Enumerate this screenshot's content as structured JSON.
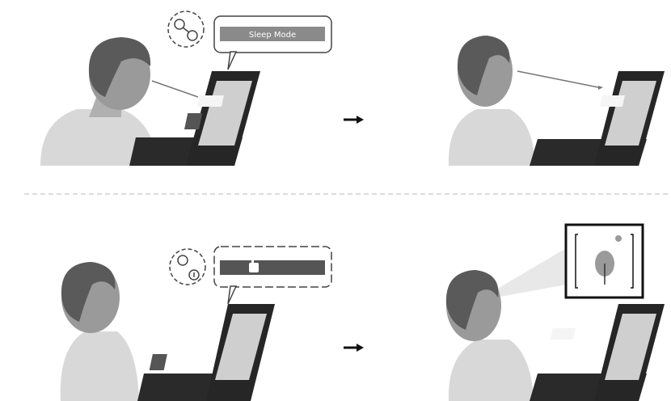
{
  "panels": [
    {
      "id": "top-left",
      "popup_text": "Sleep Mode",
      "popup_icon": "settings-timer-icon"
    },
    {
      "id": "top-right",
      "popup_text": "",
      "popup_icon": ""
    },
    {
      "id": "bottom-left",
      "popup_text": "",
      "popup_icon": "clock-info-icon"
    },
    {
      "id": "bottom-right",
      "popup_text": "",
      "popup_icon": "tree-picture-icon"
    }
  ],
  "colors": {
    "hair": "#5a5a5a",
    "skin": "#9a9a9a",
    "shirt": "#d8d8d8",
    "laptop": "#262626",
    "popup_bar": "#8a8a8a",
    "popup_bar_dark": "#555555",
    "arrow": "#111111",
    "divider": "#dcdcdc"
  }
}
